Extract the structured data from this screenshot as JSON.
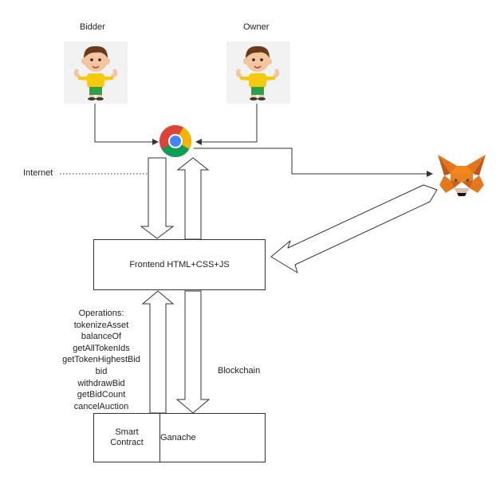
{
  "actors": {
    "bidder": "Bidder",
    "owner": "Owner"
  },
  "internet_label": "Internet",
  "frontend_label": "Frontend HTML+CSS+JS",
  "operations": {
    "title": "Operations:",
    "items": [
      "tokenizeAsset",
      "balanceOf",
      "getAllTokenIds",
      "getTokenHighestBid",
      "bid",
      "withdrawBid",
      "getBidCount",
      "cancelAuction"
    ]
  },
  "blockchain_label": "Blockchain",
  "smart_contract": {
    "line1": "Smart",
    "line2": "Contract"
  },
  "ganache_label": "Ganache",
  "icons": {
    "bidder": "boy-avatar-icon",
    "owner": "boy-avatar-icon",
    "browser": "chrome-browser-icon",
    "wallet": "metamask-fox-icon"
  },
  "colors": {
    "line": "#333333",
    "chrome_red": "#DB4437",
    "chrome_green": "#0F9D58",
    "chrome_yellow": "#F4B400",
    "chrome_blue": "#4285F4",
    "fox_orange": "#E2761B",
    "shirt": "#F6C90E",
    "pants": "#2E9E48"
  }
}
